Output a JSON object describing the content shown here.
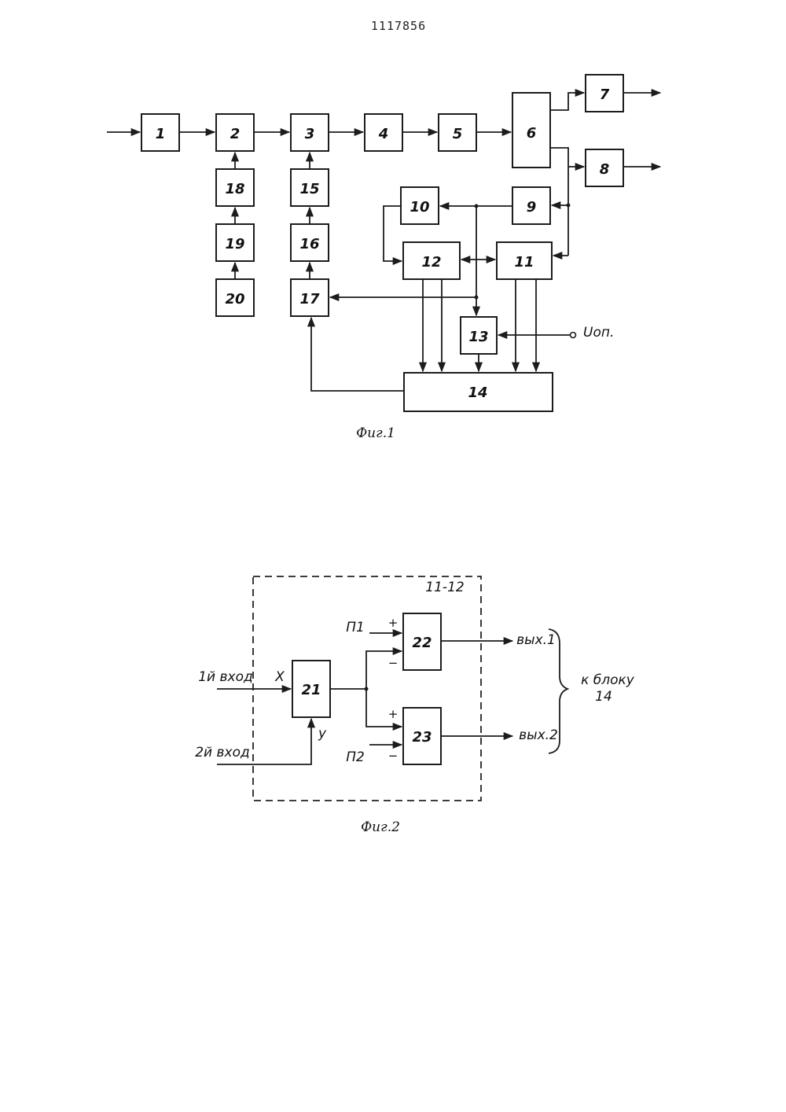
{
  "document": {
    "number": "1117856"
  },
  "figure1": {
    "caption": "Фиг.1",
    "reference_voltage": "Uоп.",
    "blocks": [
      "1",
      "2",
      "3",
      "4",
      "5",
      "6",
      "7",
      "8",
      "9",
      "10",
      "11",
      "12",
      "13",
      "14",
      "15",
      "16",
      "17",
      "18",
      "19",
      "20"
    ]
  },
  "figure2": {
    "caption": "Фиг.2",
    "group_label": "11-12",
    "blocks": [
      "21",
      "22",
      "23"
    ],
    "input1_label": "1й вход",
    "input2_label": "2й вход",
    "x_label": "X",
    "y_label": "y",
    "p1_label": "П1",
    "p2_label": "П2",
    "plus": "+",
    "minus": "−",
    "out1_label": "вых.1",
    "out2_label": "вых.2",
    "brace_label_line1": "к блоку",
    "brace_label_line2": "14"
  }
}
